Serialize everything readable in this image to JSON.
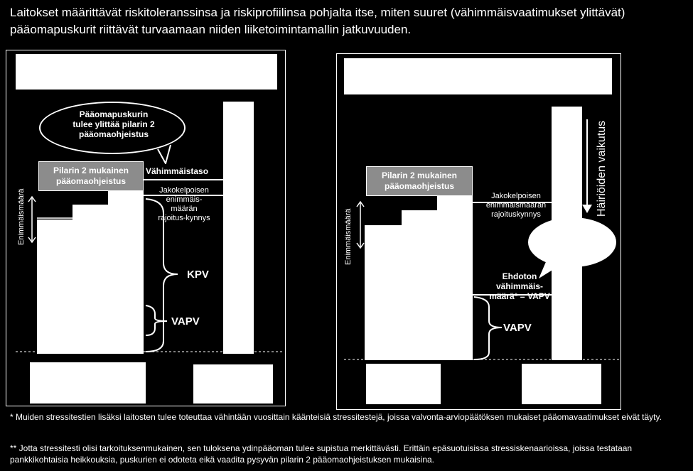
{
  "title": "Laitokset määrittävät riskitoleranssinsa ja riskiprofiilinsa pohjalta itse, miten suuret (vähimmäisvaatimukset ylittävät) pääomapuskurit riittävät turvaamaan niiden liiketoimintamallin jatkuvuuden.",
  "left_panel": {
    "bubble": "Pääomapuskurin tulee ylittää pilarin 2 pääomaohjeistus",
    "pillar2_box": "Pilarin 2 mukainen pääomaohjeistus",
    "min_level": "Vähimmäistaso",
    "distribution_limit": "Jakokelpoisen enimmäis-määrän rajoitus-kynnys",
    "kpv": "KPV",
    "vapv": "VAPV",
    "max_amount_vertical": "Enimmäismäärä"
  },
  "right_panel": {
    "pillar2_box": "Pilarin 2 mukainen pääomaohjeistus",
    "distribution_limit": "Jakokelpoisen enimmäismäärän rajoituskynnys",
    "absolute_min": "Ehdoton vähimmäis-määrä* = VAPV",
    "vapv": "VAPV",
    "disturbance_effect": "Häiriöiden vaikutus",
    "max_amount_vertical": "Enimmäismäärä"
  },
  "footnotes": [
    "* Muiden stressitestien lisäksi laitosten tulee toteuttaa vähintään vuosittain käänteisiä stressitestejä, joissa valvonta-arviopäätöksen mukaiset pääomavaatimukset eivät täyty.",
    "** Jotta stressitesti olisi tarkoituksenmukainen, sen tuloksena ydinpääoman tulee supistua merkittävästi. Erittäin epäsuotuisissa stressiskenaarioissa, joissa testataan pankkikohtaisia heikkouksia, puskurien ei odoteta eikä vaadita pysyvän pilarin 2 pääomaohjeistuksen mukaisina."
  ]
}
